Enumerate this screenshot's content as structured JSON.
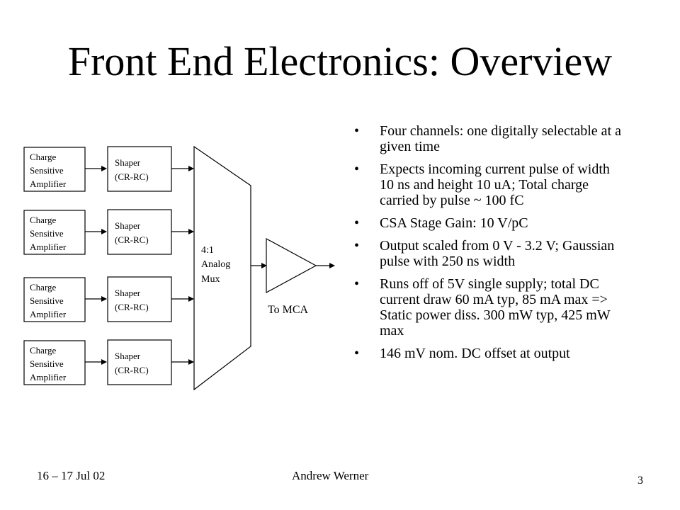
{
  "slide": {
    "title": "Front End Electronics: Overview"
  },
  "diagram": {
    "amp_label_lines": [
      "Charge",
      "Sensitive",
      "Amplifier"
    ],
    "shaper_label_lines": [
      "Shaper",
      "(CR-RC)"
    ],
    "channel_count": 4,
    "mux_label_lines": [
      "4:1",
      "Analog",
      "Mux"
    ],
    "output_label": "To MCA"
  },
  "bullets": [
    "Four channels: one digitally selectable at a given time",
    "Expects incoming current pulse of width 10 ns and height 10 uA; Total charge carried by pulse ~ 100 fC",
    "CSA Stage Gain: 10 V/pC",
    "Output scaled from 0 V - 3.2 V; Gaussian pulse with 250 ns width",
    "Runs off of 5V single supply; total DC current draw 60 mA typ, 85 mA max => Static power diss. 300 mW typ, 425 mW max",
    "146 mV nom. DC offset at output"
  ],
  "footer": {
    "date": "16 – 17 Jul 02",
    "author": "Andrew Werner",
    "page_number": "3"
  }
}
